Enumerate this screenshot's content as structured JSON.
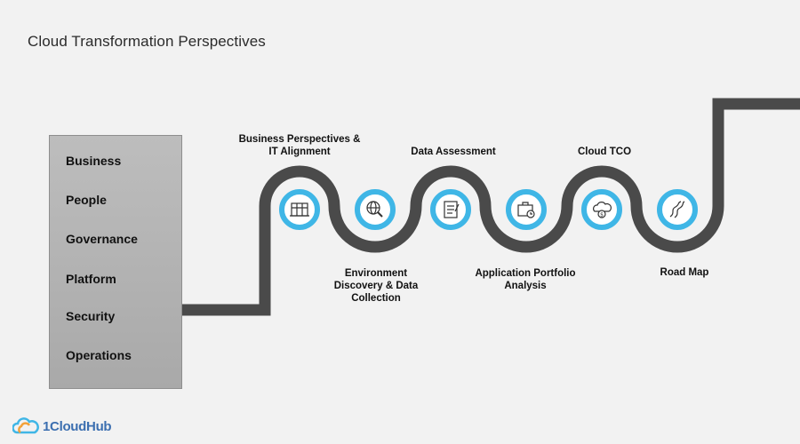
{
  "title": "Cloud Transformation Perspectives",
  "perspectives": [
    "Business",
    "People",
    "Governance",
    "Platform",
    "Security",
    "Operations"
  ],
  "steps": {
    "business_it": "Business Perspectives & IT Alignment",
    "environment": "Environment Discovery & Data Collection",
    "data_assessment": "Data Assessment",
    "portfolio": "Application Portfolio Analysis",
    "cloud_tco": "Cloud TCO",
    "road_map": "Road Map"
  },
  "icons": [
    "data-center-icon",
    "globe-search-icon",
    "checklist-icon",
    "briefcase-clock-icon",
    "cloud-dollar-icon",
    "winding-road-icon"
  ],
  "colors": {
    "road": "#4a4a4a",
    "ring": "#3fb6e6",
    "box": "#b3b3b3"
  },
  "brand": {
    "name": "1CloudHub"
  }
}
